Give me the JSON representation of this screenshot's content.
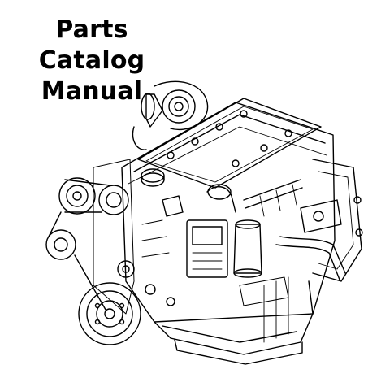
{
  "document": {
    "title_line1": "Parts Catalog",
    "title_line2": "Manual"
  },
  "illustration": {
    "icon": "diesel-engine-line-drawing",
    "stroke_color": "#000000",
    "background_color": "#ffffff"
  }
}
